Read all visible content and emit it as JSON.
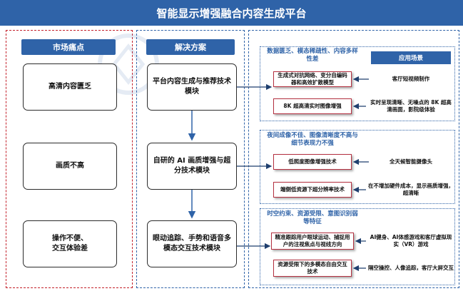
{
  "title": "智能显示增强融合内容生成平台",
  "columns": {
    "pain_points": "市场痛点",
    "solutions": "解决方案"
  },
  "pain_points": [
    "高清内容匮乏",
    "画质不高",
    "操作不便、\n交互体验差"
  ],
  "solutions": [
    "平台内容生成与推荐技术模块",
    "自研的 AI 画质增强与超分技术模块",
    "眼动追踪、手势和语音多模态交互技术模块"
  ],
  "groups": [
    {
      "title": "数据匮乏、模态稀疏性、内容多样性差",
      "app_header": "应用场景",
      "rows": [
        {
          "tech": "生成式对抗网络、变分自编码器和高效扩散模型",
          "app": "客厅短视频制作"
        },
        {
          "tech": "8K 超高清实时图像增强",
          "app": "实时呈现清晰、无噪点的 8K 超高清画面，影院级体验"
        }
      ]
    },
    {
      "title": "夜间成像不佳、图像清晰度不高与细节表现力不强",
      "rows": [
        {
          "tech": "低照度图像增强技术",
          "app": "全天候智能摄像头"
        },
        {
          "tech": "端侧低资源下超分辨率技术",
          "app": "在不增加硬件成本，显示画质增强，超清晰"
        }
      ]
    },
    {
      "title": "时空约束、资源受限、意图识别弱等特征",
      "rows": [
        {
          "tech": "精准跟踪用户眼球运动、捕捉用户的注视焦点与视线方向",
          "app": "AI健身、AI体感游戏和客厅虚拟现实（VR）游戏"
        },
        {
          "tech": "资源受限下的多模态自由交互技术",
          "app": "隔空操控、人像追踪，客厅大屏交互"
        }
      ]
    }
  ]
}
